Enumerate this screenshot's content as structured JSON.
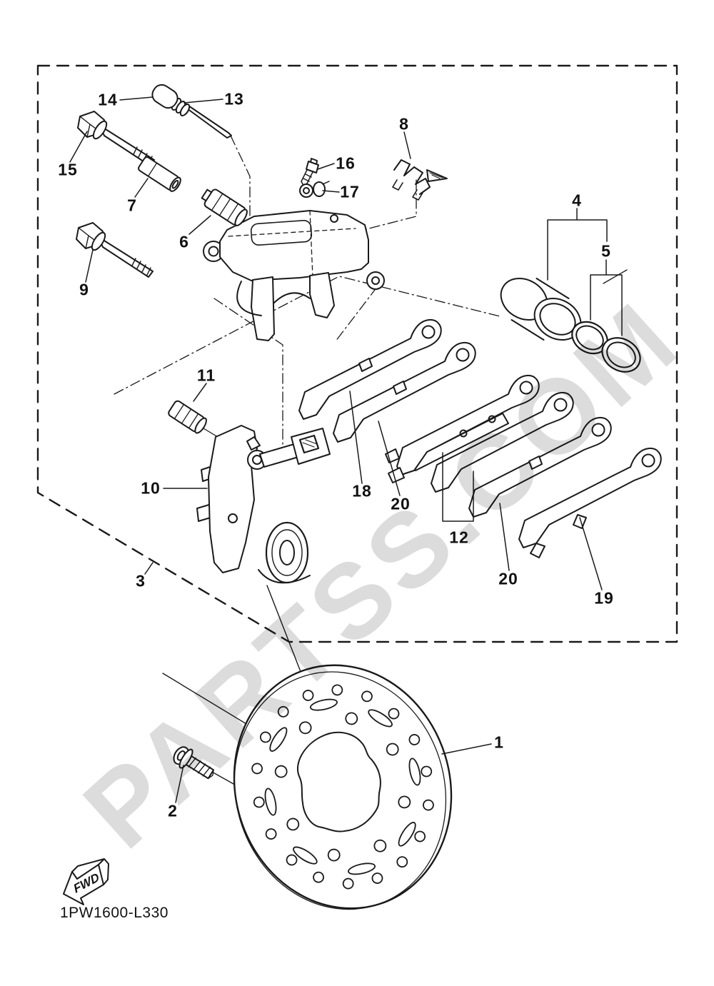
{
  "diagram": {
    "drawing_code": "1PW1600-L330",
    "fwd_label": "FWD",
    "watermark_text": "PARTSS.COM",
    "colors": {
      "line": "#1a1a1a",
      "watermark": "#dcdcdc",
      "background": "#ffffff"
    },
    "part_labels": {
      "p1": "1",
      "p2": "2",
      "p3": "3",
      "p4": "4",
      "p5": "5",
      "p6": "6",
      "p7": "7",
      "p8": "8",
      "p9": "9",
      "p10": "10",
      "p11": "11",
      "p12": "12",
      "p13": "13",
      "p14": "14",
      "p15": "15",
      "p16": "16",
      "p17": "17",
      "p18": "18",
      "p19": "19",
      "p20_left": "20",
      "p20_right": "20"
    }
  }
}
